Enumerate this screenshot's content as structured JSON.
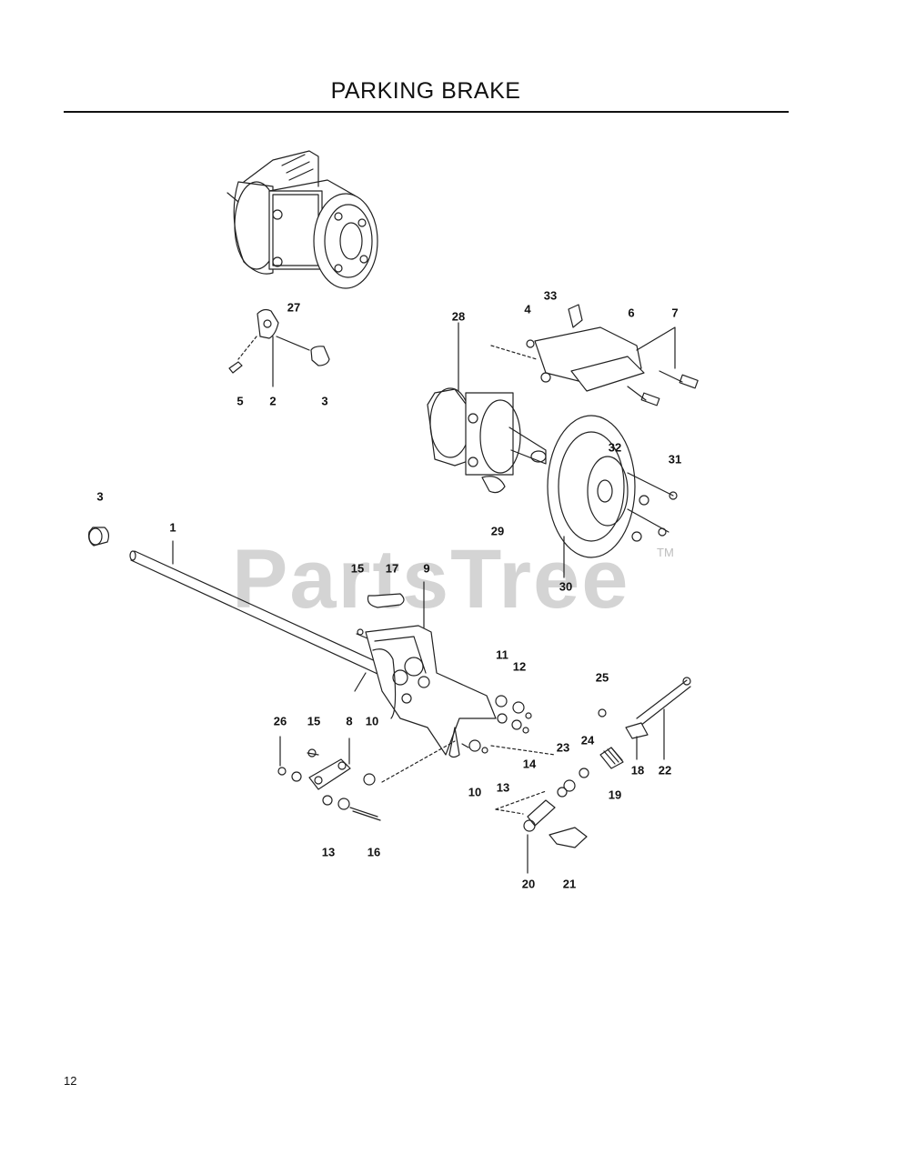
{
  "header": {
    "title": "PARKING BRAKE"
  },
  "watermark": {
    "text": "PartsTree",
    "trademark": "TM"
  },
  "footer": {
    "page_number": "12"
  },
  "callouts": [
    {
      "id": "c27",
      "label": "27"
    },
    {
      "id": "c5",
      "label": "5"
    },
    {
      "id": "c2",
      "label": "2"
    },
    {
      "id": "c3a",
      "label": "3"
    },
    {
      "id": "c28",
      "label": "28"
    },
    {
      "id": "c4",
      "label": "4"
    },
    {
      "id": "c33",
      "label": "33"
    },
    {
      "id": "c6",
      "label": "6"
    },
    {
      "id": "c7",
      "label": "7"
    },
    {
      "id": "c32",
      "label": "32"
    },
    {
      "id": "c31",
      "label": "31"
    },
    {
      "id": "c29",
      "label": "29"
    },
    {
      "id": "c30",
      "label": "30"
    },
    {
      "id": "c3b",
      "label": "3"
    },
    {
      "id": "c1",
      "label": "1"
    },
    {
      "id": "c15a",
      "label": "15"
    },
    {
      "id": "c17",
      "label": "17"
    },
    {
      "id": "c9",
      "label": "9"
    },
    {
      "id": "c11",
      "label": "11"
    },
    {
      "id": "c12",
      "label": "12"
    },
    {
      "id": "c25",
      "label": "25"
    },
    {
      "id": "c26",
      "label": "26"
    },
    {
      "id": "c15b",
      "label": "15"
    },
    {
      "id": "c8",
      "label": "8"
    },
    {
      "id": "c10a",
      "label": "10"
    },
    {
      "id": "c14",
      "label": "14"
    },
    {
      "id": "c23",
      "label": "23"
    },
    {
      "id": "c24",
      "label": "24"
    },
    {
      "id": "c18",
      "label": "18"
    },
    {
      "id": "c22",
      "label": "22"
    },
    {
      "id": "c10b",
      "label": "10"
    },
    {
      "id": "c13a",
      "label": "13"
    },
    {
      "id": "c19",
      "label": "19"
    },
    {
      "id": "c13b",
      "label": "13"
    },
    {
      "id": "c16",
      "label": "16"
    },
    {
      "id": "c20",
      "label": "20"
    },
    {
      "id": "c21",
      "label": "21"
    }
  ]
}
